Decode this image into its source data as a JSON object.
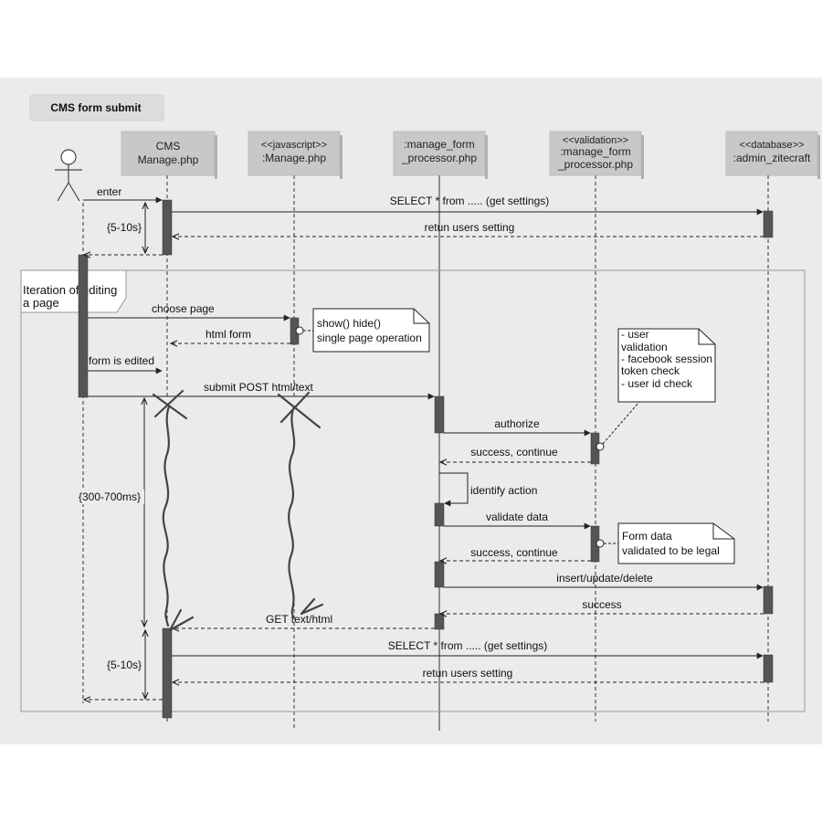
{
  "diagram": {
    "title": "CMS form submit",
    "colors": {
      "canvas": "#ebebeb",
      "header_fill": "#c8c8c8",
      "activation": "#555555",
      "line": "#222222"
    },
    "participants": {
      "cms": [
        "CMS",
        "Manage.php"
      ],
      "js": [
        "<<javascript>>",
        ":Manage.php"
      ],
      "mfp": [
        ":manage_form",
        "_processor.php"
      ],
      "val": [
        "<<validation>>",
        ":manage_form",
        "_processor.php"
      ],
      "db": [
        "<<database>>",
        ":admin_zitecraft"
      ]
    },
    "fragment": {
      "label": [
        "Iteration of editing",
        "a page"
      ]
    },
    "messages": {
      "enter": "enter",
      "select1": "SELECT * from .....  (get settings)",
      "return1": "retun users setting",
      "choose_page": "choose page",
      "html_form": "html form",
      "form_edited": "form is edited",
      "submit": "submit  POST html/text",
      "authorize": "authorize",
      "success1": "success, continue",
      "identify": "identify action",
      "validate": "validate data",
      "success2": "success, continue",
      "insert": "insert/update/delete",
      "success3": "success",
      "get": "GET  text/html",
      "select2": "SELECT * from .....  (get settings)",
      "return2": "retun users setting"
    },
    "durations": {
      "d1": "{5-10s}",
      "d2": "{300-700ms}",
      "d3": "{5-10s}"
    },
    "notes": {
      "js_note": [
        "show() hide()",
        "single page operation"
      ],
      "validation_note": [
        "- user",
        "validation",
        "- facebook session",
        "token check",
        "- user id check"
      ],
      "legal_note": [
        "Form data",
        "validated to be legal"
      ]
    }
  }
}
